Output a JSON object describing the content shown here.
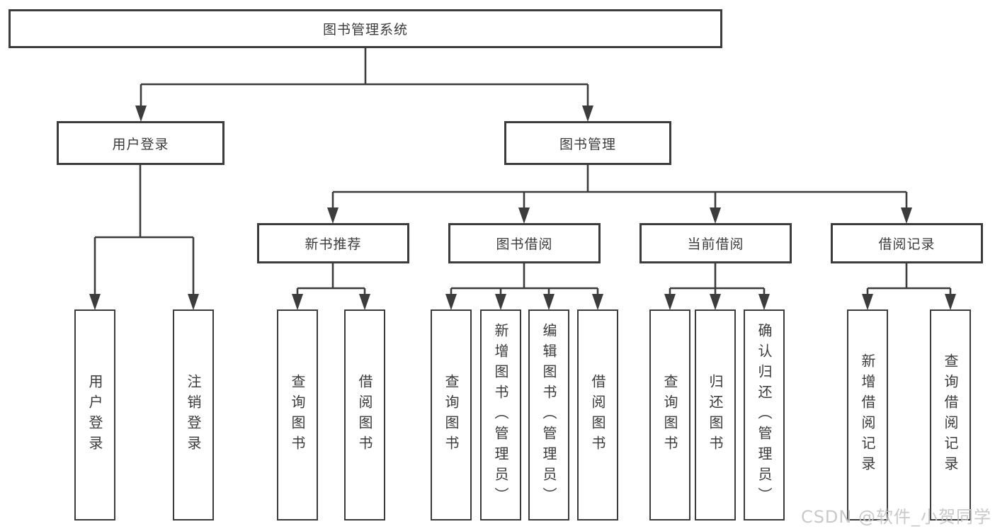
{
  "diagram": {
    "root": {
      "label": "图书管理系统"
    },
    "level2": [
      {
        "label": "用户登录"
      },
      {
        "label": "图书管理"
      }
    ],
    "level3": [
      {
        "label": "新书推荐"
      },
      {
        "label": "图书借阅"
      },
      {
        "label": "当前借阅"
      },
      {
        "label": "借阅记录"
      }
    ],
    "leaves": {
      "user_login": [
        {
          "label": "用户登录"
        },
        {
          "label": "注销登录"
        }
      ],
      "new_book": [
        {
          "label": "查询图书"
        },
        {
          "label": "借阅图书"
        }
      ],
      "book_borrow": [
        {
          "label": "查询图书"
        },
        {
          "label": "新增图书（管理员）"
        },
        {
          "label": "编辑图书（管理员）"
        },
        {
          "label": "借阅图书"
        }
      ],
      "current_borrow": [
        {
          "label": "查询图书"
        },
        {
          "label": "归还图书"
        },
        {
          "label": "确认归还（管理员）"
        }
      ],
      "borrow_record": [
        {
          "label": "新增借阅记录"
        },
        {
          "label": "查询借阅记录"
        }
      ]
    }
  },
  "watermark": "CSDN @软件_小贺同学",
  "colors": {
    "line": "#3c3c3c",
    "text": "#3b3b3b",
    "watermark": "#c4c4c4",
    "background": "#ffffff"
  }
}
